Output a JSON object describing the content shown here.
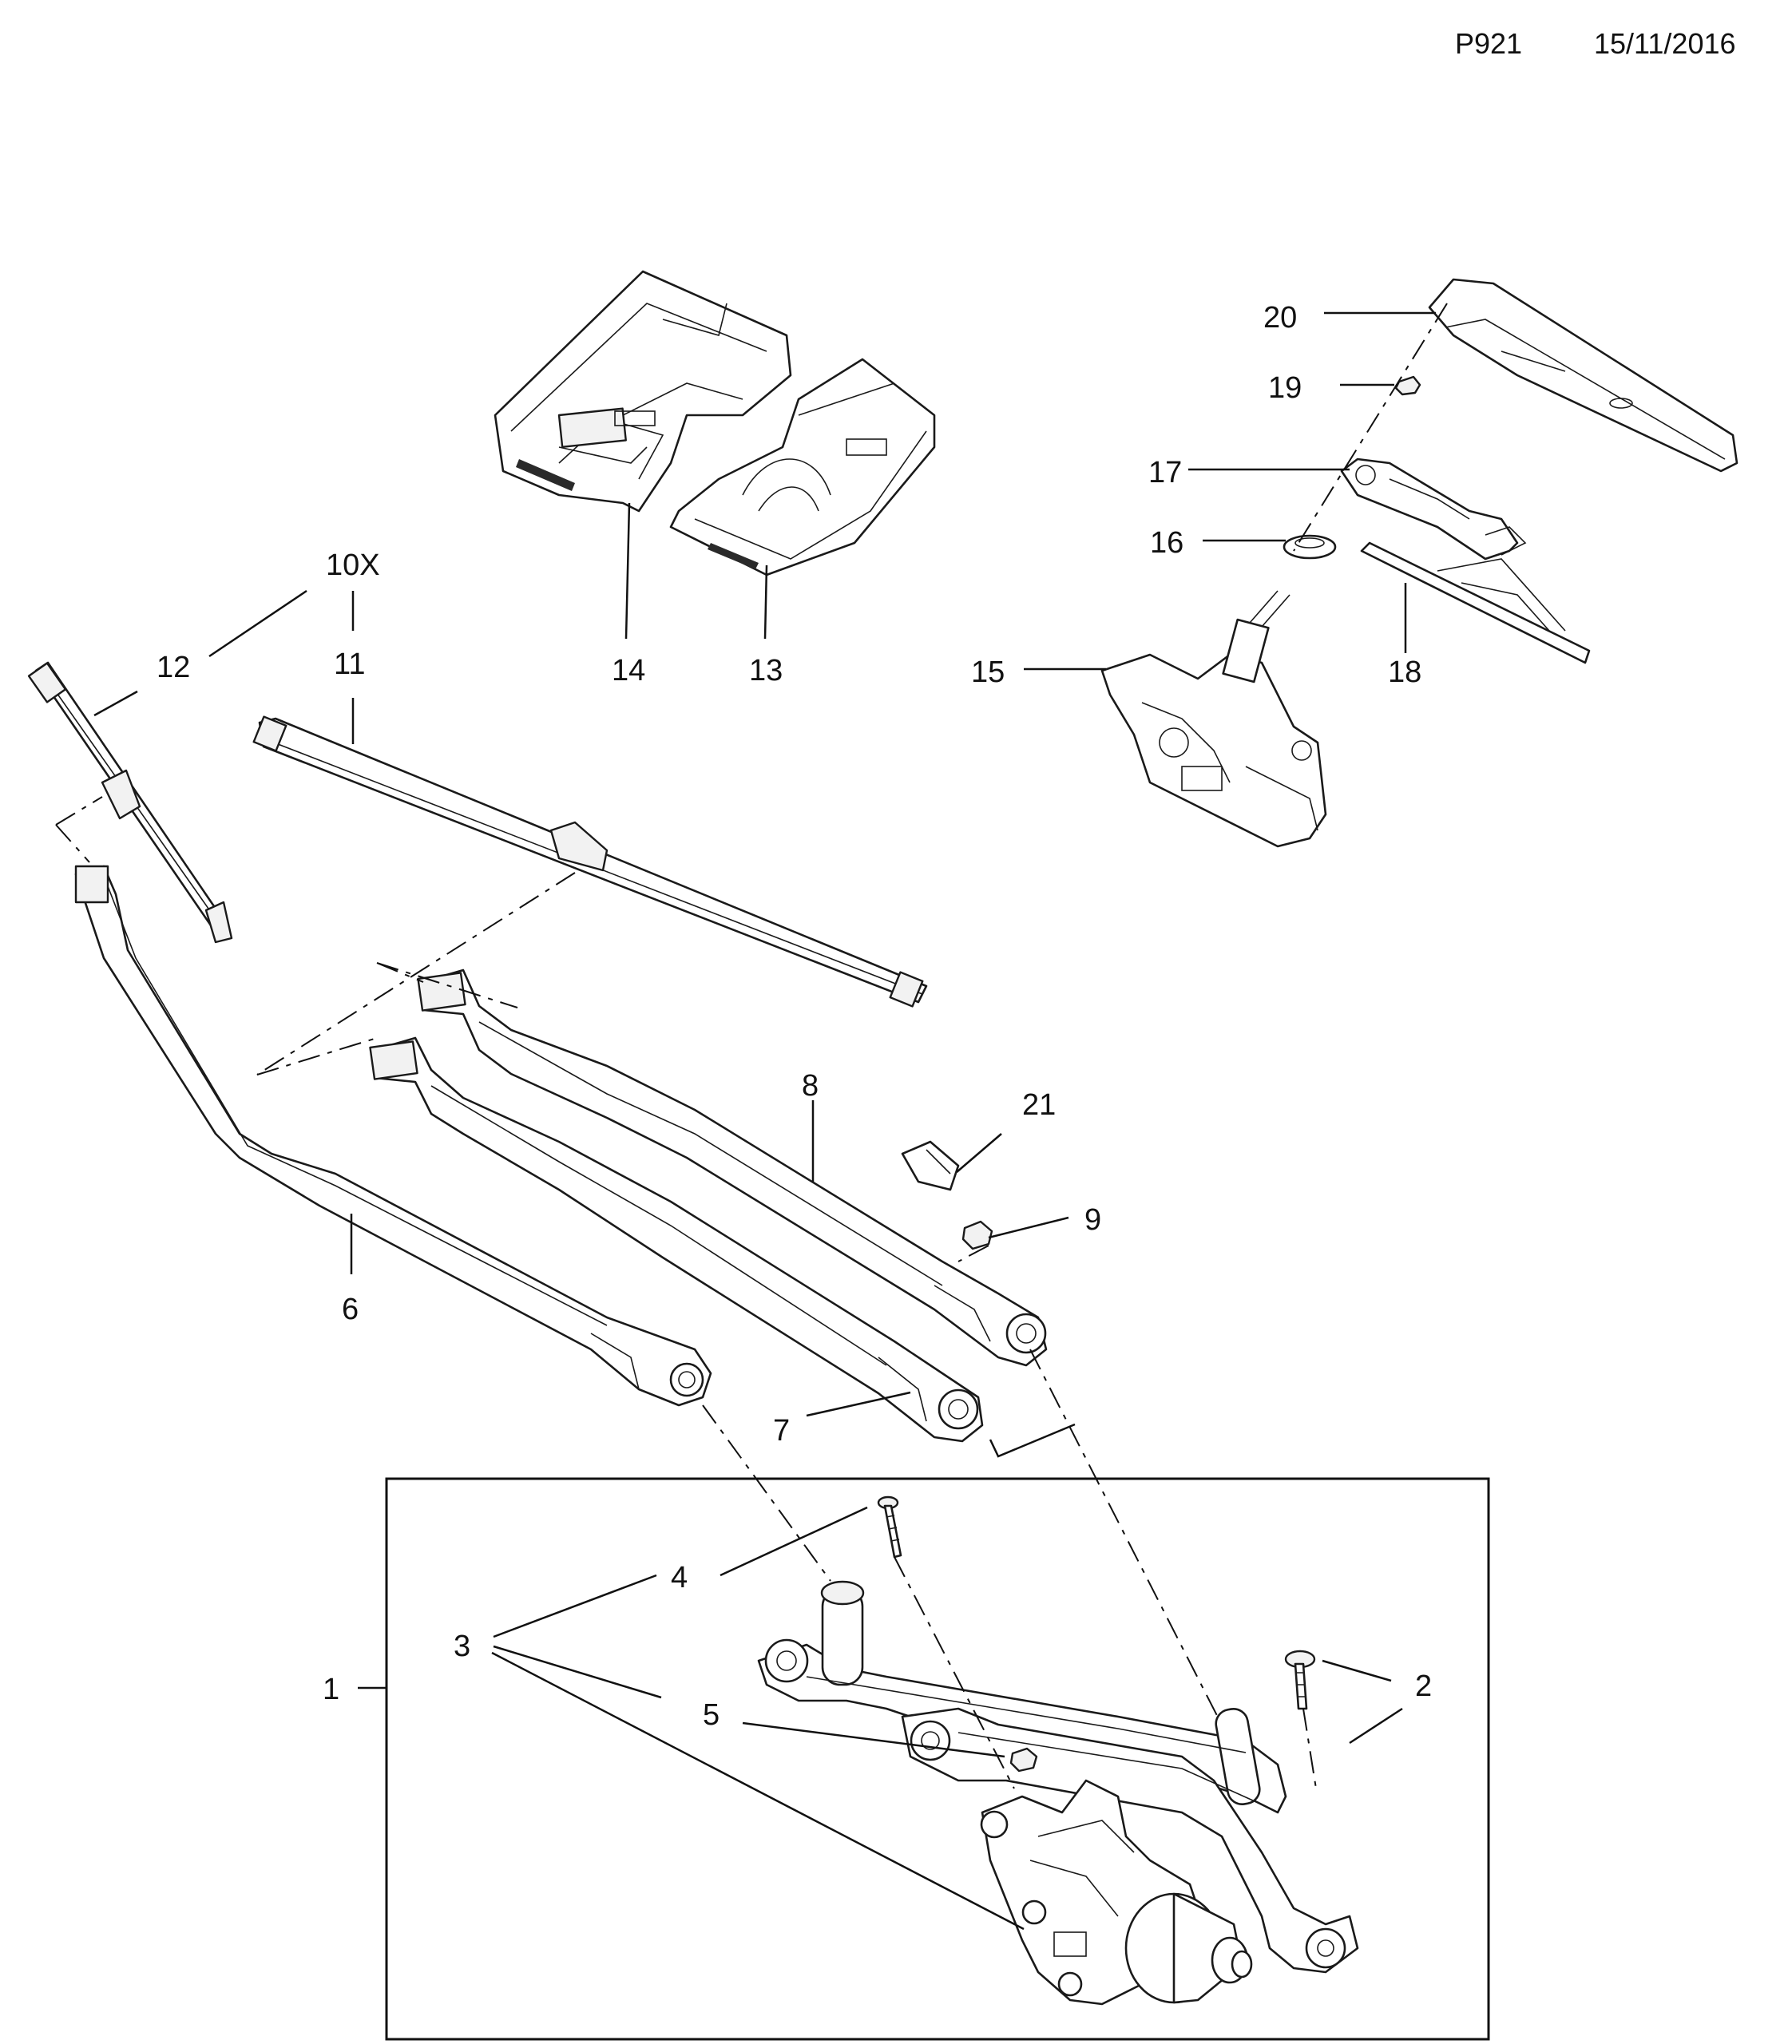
{
  "header": {
    "code": "P921",
    "date": "15/11/2016"
  },
  "callouts": {
    "c1": "1",
    "c2": "2",
    "c3": "3",
    "c4": "4",
    "c5": "5",
    "c6": "6",
    "c7": "7",
    "c8": "8",
    "c9": "9",
    "c10x": "10X",
    "c11": "11",
    "c12": "12",
    "c13": "13",
    "c14": "14",
    "c15": "15",
    "c16": "16",
    "c17": "17",
    "c18": "18",
    "c19": "19",
    "c20": "20",
    "c21": "21"
  },
  "icons": {
    "wiper-linkage-icon": "wiper linkage assembly",
    "wiper-motor-icon": "wiper motor",
    "rear-wiper-motor-icon": "rear wiper motor",
    "wiper-blade-icon": "wiper blade",
    "wiper-arm-icon": "wiper arm",
    "cover-icon": "cover"
  }
}
